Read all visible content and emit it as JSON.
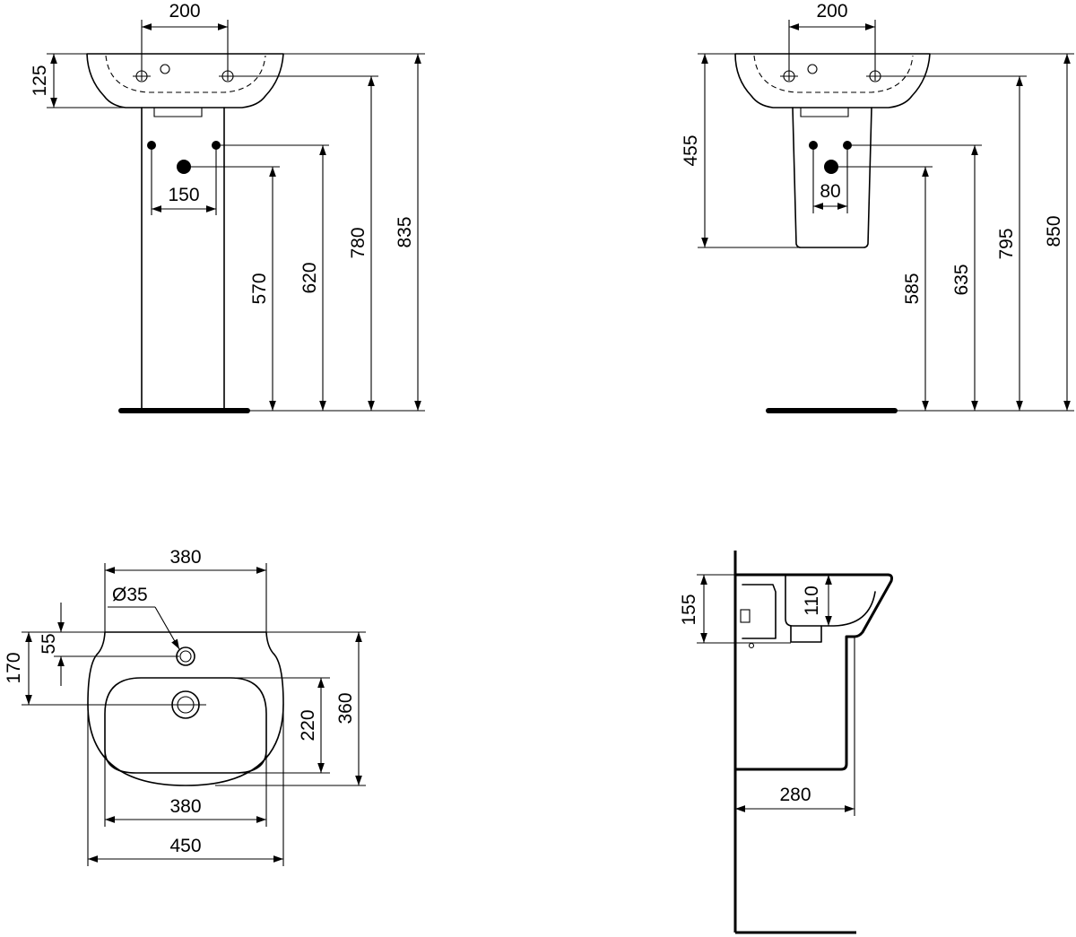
{
  "labels": {
    "d200_a": "200",
    "d125": "125",
    "d150": "150",
    "d570": "570",
    "d620": "620",
    "d780": "780",
    "d835": "835",
    "d200_b": "200",
    "d455": "455",
    "d80": "80",
    "d585": "585",
    "d635": "635",
    "d795": "795",
    "d850": "850",
    "d380_top": "380",
    "dia35": "Ø35",
    "d55": "55",
    "d170": "170",
    "d220": "220",
    "d360": "360",
    "d380_bot": "380",
    "d450": "450",
    "d155": "155",
    "d110": "110",
    "d280": "280"
  },
  "colors": {
    "line": "#000000",
    "background": "#ffffff"
  }
}
